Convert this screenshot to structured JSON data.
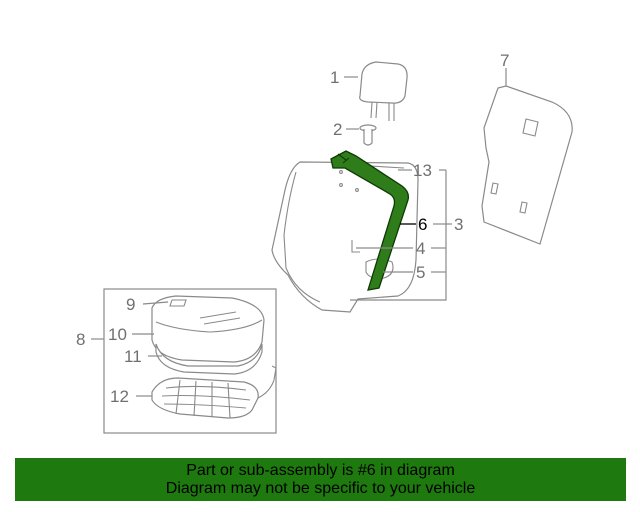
{
  "diagram": {
    "callouts": {
      "c1": "1",
      "c2": "2",
      "c3": "3",
      "c4": "4",
      "c5": "5",
      "c6": "6",
      "c7": "7",
      "c8": "8",
      "c9": "9",
      "c10": "10",
      "c11": "11",
      "c12": "12",
      "c13": "13"
    },
    "highlighted_part": "6",
    "highlight_color": "#2e7d1a"
  },
  "banner": {
    "line1": "Part or sub-assembly is #6 in diagram",
    "line2": "Diagram may not be specific to your vehicle",
    "background": "#1e7a0e"
  }
}
